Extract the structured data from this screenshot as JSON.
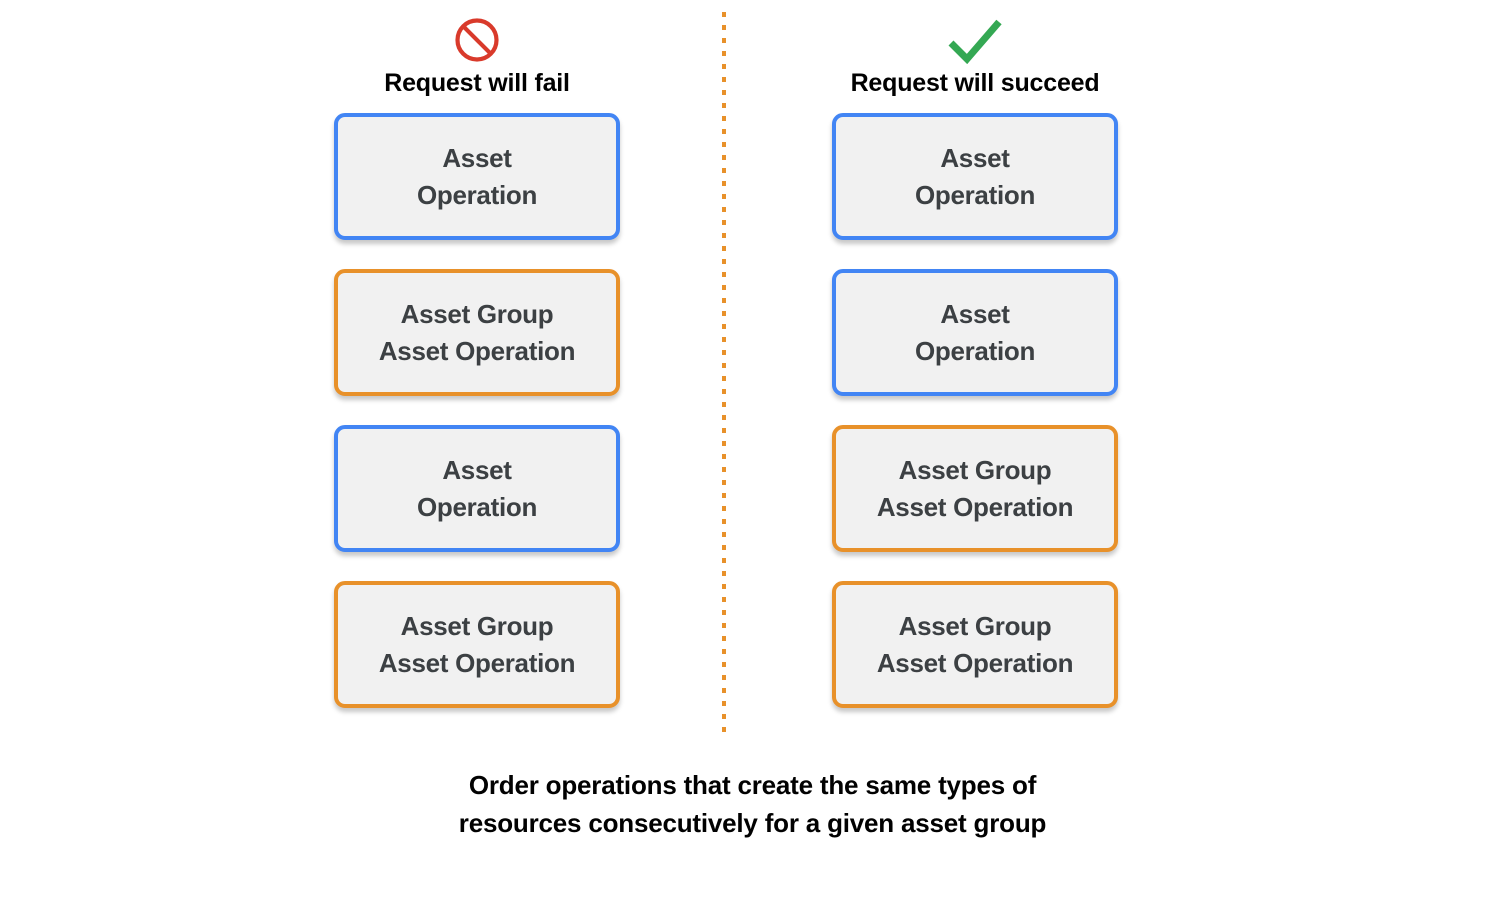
{
  "colors": {
    "asset_operation_border": "#4285f4",
    "asset_group_border": "#e8912a",
    "card_fill": "#f1f1f1",
    "card_text": "#3c4043",
    "fail_icon": "#d93a2b",
    "succeed_icon": "#34a853",
    "divider": "#e8912a",
    "background": "#ffffff",
    "heading_text": "#010101"
  },
  "columns": [
    {
      "id": "fail",
      "icon": "prohibition-icon",
      "title": "Request will fail",
      "cards": [
        {
          "label": "Asset\nOperation",
          "type": "asset-operation"
        },
        {
          "label": "Asset Group\nAsset Operation",
          "type": "asset-group"
        },
        {
          "label": "Asset\nOperation",
          "type": "asset-operation"
        },
        {
          "label": "Asset Group\nAsset Operation",
          "type": "asset-group"
        }
      ]
    },
    {
      "id": "succeed",
      "icon": "checkmark-icon",
      "title": "Request will succeed",
      "cards": [
        {
          "label": "Asset\nOperation",
          "type": "asset-operation"
        },
        {
          "label": "Asset\nOperation",
          "type": "asset-operation"
        },
        {
          "label": "Asset Group\nAsset Operation",
          "type": "asset-group"
        },
        {
          "label": "Asset Group\nAsset Operation",
          "type": "asset-group"
        }
      ]
    }
  ],
  "caption": "Order operations that create the same types of\nresources consecutively for a given asset group"
}
